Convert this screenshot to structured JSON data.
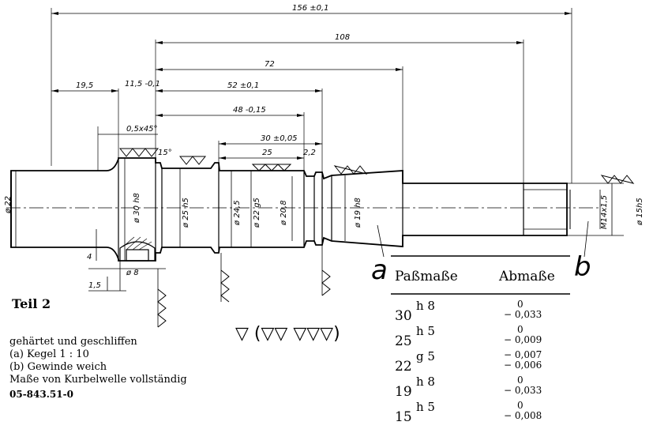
{
  "overall_dims": {
    "d156": "156 ±0,1",
    "d108": "108",
    "d72": "72",
    "d52": "52 ±0,1",
    "d48": "48 -0,15",
    "d30": "30 ±0,05",
    "d25": "25",
    "d22": "2,2",
    "d195": "19,5",
    "d115": "11,5 -0,1",
    "chamfer": "0,5x45°",
    "angle": "15°",
    "d4": "4",
    "d15": "1,5",
    "phi8": "ø 8"
  },
  "diameters": {
    "phi22": "ø 22",
    "phi30": "ø 30 h8",
    "phi25": "ø 25 h5",
    "phi245": "ø 24,5",
    "phi22g5": "ø 22 g5",
    "phi208": "ø 20,8",
    "phi19": "ø 19 h8",
    "m14": "M14x1,5",
    "phi15": "ø 15h5"
  },
  "markers": {
    "a": "a",
    "b": "b"
  },
  "table": {
    "col1": "Paßmaße",
    "col2": "Abmaße",
    "rows": [
      {
        "nom": "30",
        "fit": "h 8",
        "upper": "0",
        "lower": "− 0,033"
      },
      {
        "nom": "25",
        "fit": "h 5",
        "upper": "0",
        "lower": "− 0,009"
      },
      {
        "nom": "22",
        "fit": "g 5",
        "upper": "− 0,007",
        "lower": "− 0,006"
      },
      {
        "nom": "19",
        "fit": "h 8",
        "upper": "0",
        "lower": "− 0,033"
      },
      {
        "nom": "15",
        "fit": "h 5",
        "upper": "0",
        "lower": "− 0,008"
      }
    ]
  },
  "title": "Teil 2",
  "notes": {
    "line1": "gehärtet und geschliffen",
    "line2": "(a)  Kegel 1 : 10",
    "line3": "(b)  Gewinde weich",
    "line4": "Maße von Kurbelwelle vollständig",
    "code": "05-843.51-0"
  },
  "surface_symbol": "▽ (▽▽ ▽▽▽)"
}
